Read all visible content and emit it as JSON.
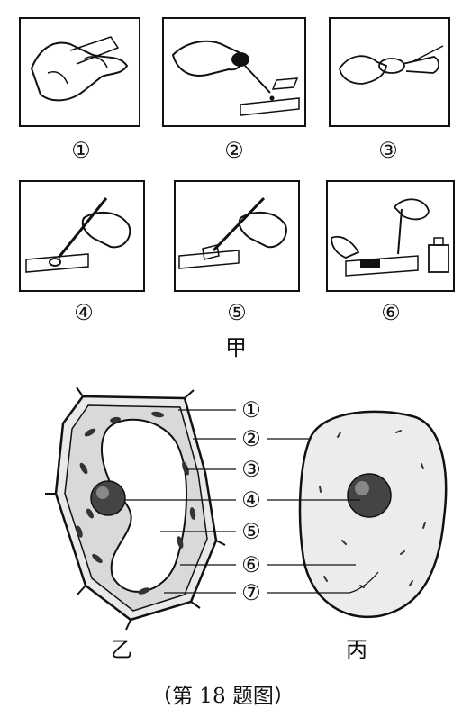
{
  "procedure_panel": {
    "step_labels": [
      "①",
      "②",
      "③",
      "④",
      "⑤",
      "⑥"
    ],
    "title": "甲"
  },
  "cell_diagram": {
    "markers": [
      "①",
      "②",
      "③",
      "④",
      "⑤",
      "⑥",
      "⑦"
    ],
    "left_cell_label": "乙",
    "right_cell_label": "丙"
  },
  "figure_caption": "（第 18 题图）"
}
